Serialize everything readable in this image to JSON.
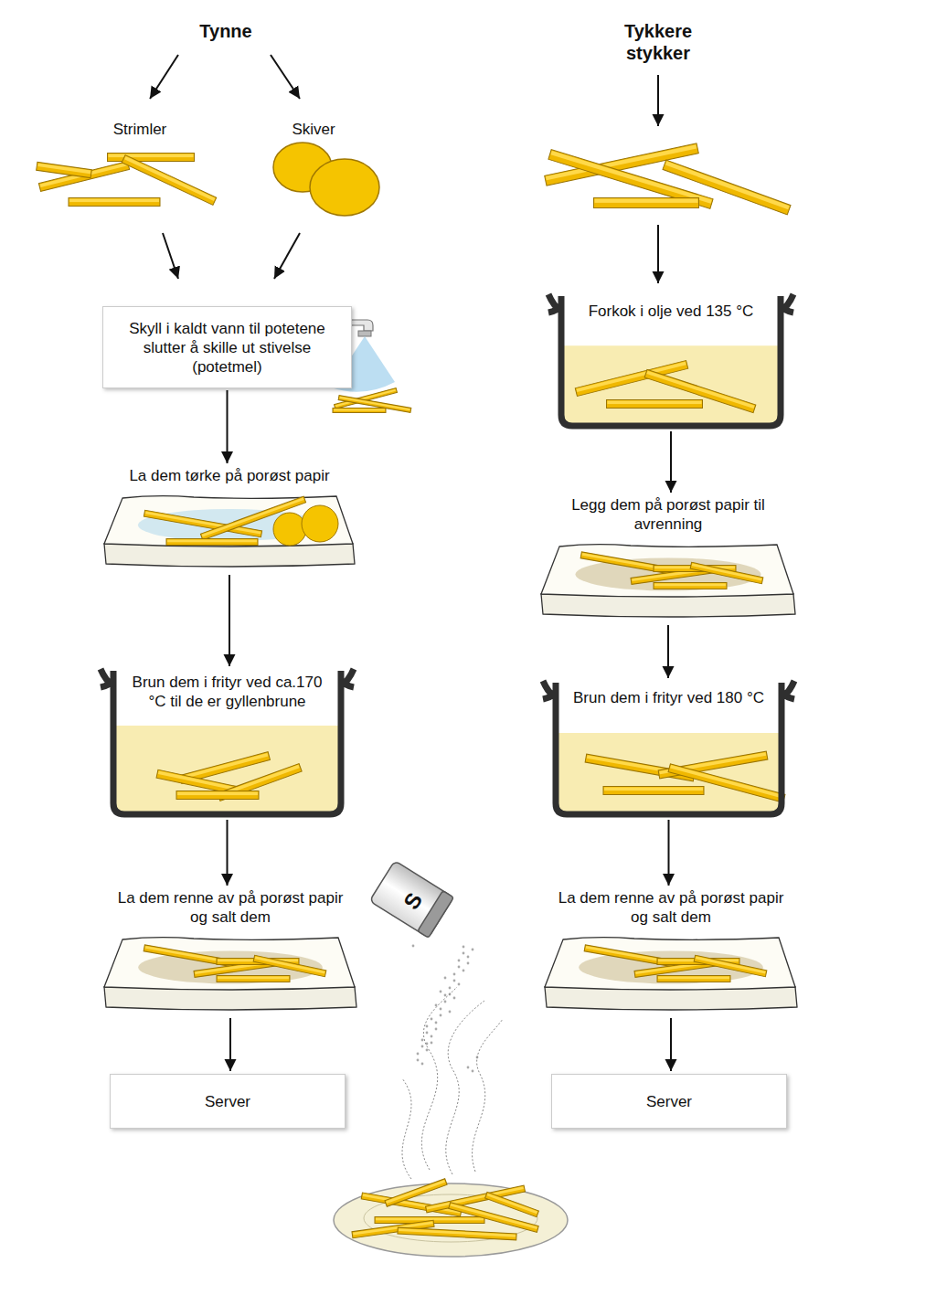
{
  "diagram": {
    "nodes": [
      {
        "text": [
          "Skyll i kaldt vann til potetene slutter å skille ut stivelse (potetmel)"
        ]
      },
      {
        "text": [
          "Forkok i olje ved 135 °C"
        ]
      },
      {
        "text": [
          "La dem tørke på porøst papir"
        ]
      },
      {
        "text": [
          "Legg dem på porøst papir til avrenning"
        ]
      },
      {
        "text": [
          "Brun dem i frityr ved ca.170 °C til de er gyllenbrune"
        ]
      },
      {
        "text": [
          "Brun dem i frityr ved 180 °C"
        ]
      },
      {
        "text": [
          "La dem renne av på porøst papir og salt dem"
        ]
      },
      {
        "text": [
          "La dem renne av på porøst papir og salt dem"
        ]
      },
      {
        "text": [
          "Server"
        ]
      },
      {
        "text": [
          "Server"
        ]
      }
    ],
    "edges": [
      {
        "from": 0,
        "to": 2,
        "arrow": "to"
      },
      {
        "from": 2,
        "to": 4,
        "arrow": "to"
      },
      {
        "from": 4,
        "to": 6,
        "arrow": "to"
      },
      {
        "from": 6,
        "to": 8,
        "arrow": "to"
      },
      {
        "from": 1,
        "to": 3,
        "arrow": "to"
      },
      {
        "from": 3,
        "to": 5,
        "arrow": "to"
      },
      {
        "from": 5,
        "to": 7,
        "arrow": "to"
      },
      {
        "from": 7,
        "to": 9,
        "arrow": "to"
      }
    ],
    "labels": [
      "Tynne",
      "Strimler",
      "Skiver",
      "Tykkere stykker",
      "S"
    ]
  }
}
